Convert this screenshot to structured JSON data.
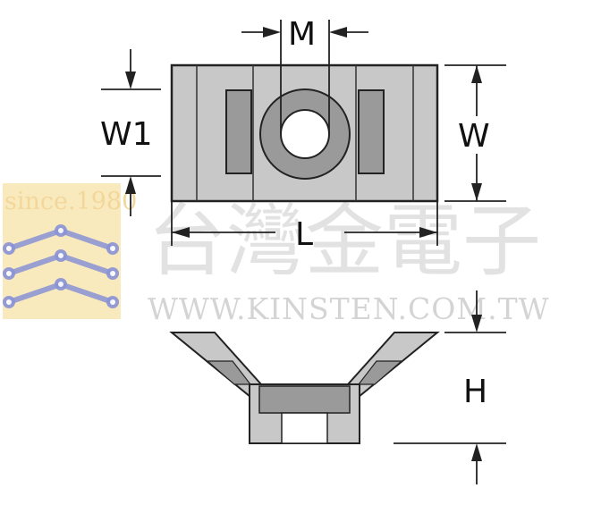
{
  "labels": {
    "m": "M",
    "w1": "W1",
    "w": "W",
    "l": "L",
    "h": "H"
  },
  "watermark": {
    "since": "since.1980",
    "company_cjk": "台灣金電子",
    "url": "WWW.KINSTEN.COM.TW"
  },
  "colors": {
    "part_fill": "#c8c8c8",
    "part_dark": "#9a9a9a",
    "outline": "#222222",
    "logo_yellow": "#f7e3a8",
    "logo_blue": "#8a93d6"
  }
}
